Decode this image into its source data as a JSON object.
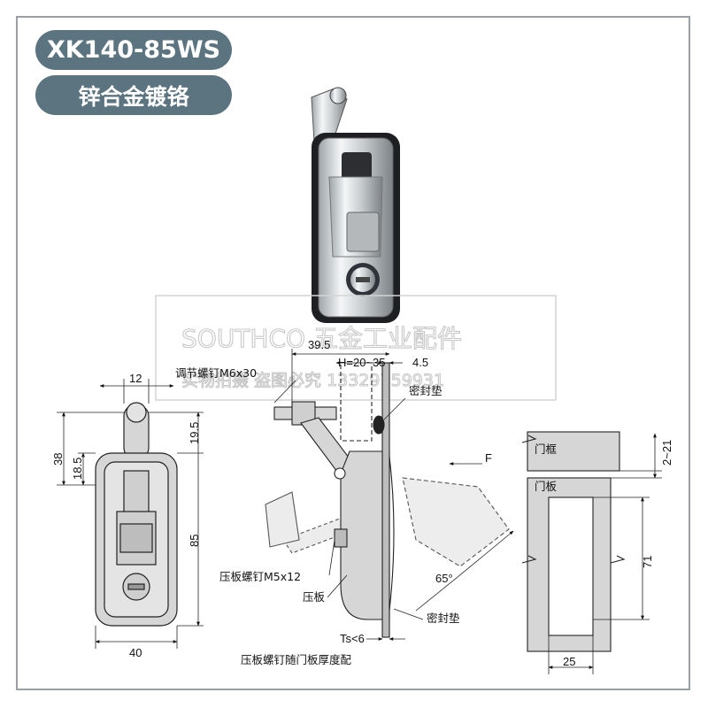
{
  "title": {
    "model": "XK140-85WS",
    "material": "锌合金镀铬"
  },
  "watermark": {
    "line1": "SOUTHCO 五金工业配件",
    "line2": "实物拍摄 盗图必究 13329759931"
  },
  "dimensions": {
    "front_width_top": "12",
    "front_height_total": "85",
    "front_height_38": "38",
    "front_height_18_5": "18.5",
    "front_height_19_5": "19.5",
    "front_width_bottom": "40",
    "side_width": "39.5",
    "side_h_range": "H=20~35",
    "side_offset": "4.5",
    "side_angle": "65°",
    "side_ts": "Ts<6",
    "door_gap": "2~21",
    "door_height": "71",
    "door_width": "25",
    "force_label": "F"
  },
  "labels": {
    "adjust_screw": "调节螺钉M6x30",
    "seal_top": "密封垫",
    "plate_screw": "压板螺钉M5x12",
    "plate": "压板",
    "seal_bottom": "密封垫",
    "bottom_note": "压板螺钉随门板厚度配",
    "door_frame": "门框",
    "door_panel": "门板"
  },
  "colors": {
    "pill": "#5b7480",
    "part_fill": "#d6d6d6",
    "border": "#9aa0a6"
  }
}
